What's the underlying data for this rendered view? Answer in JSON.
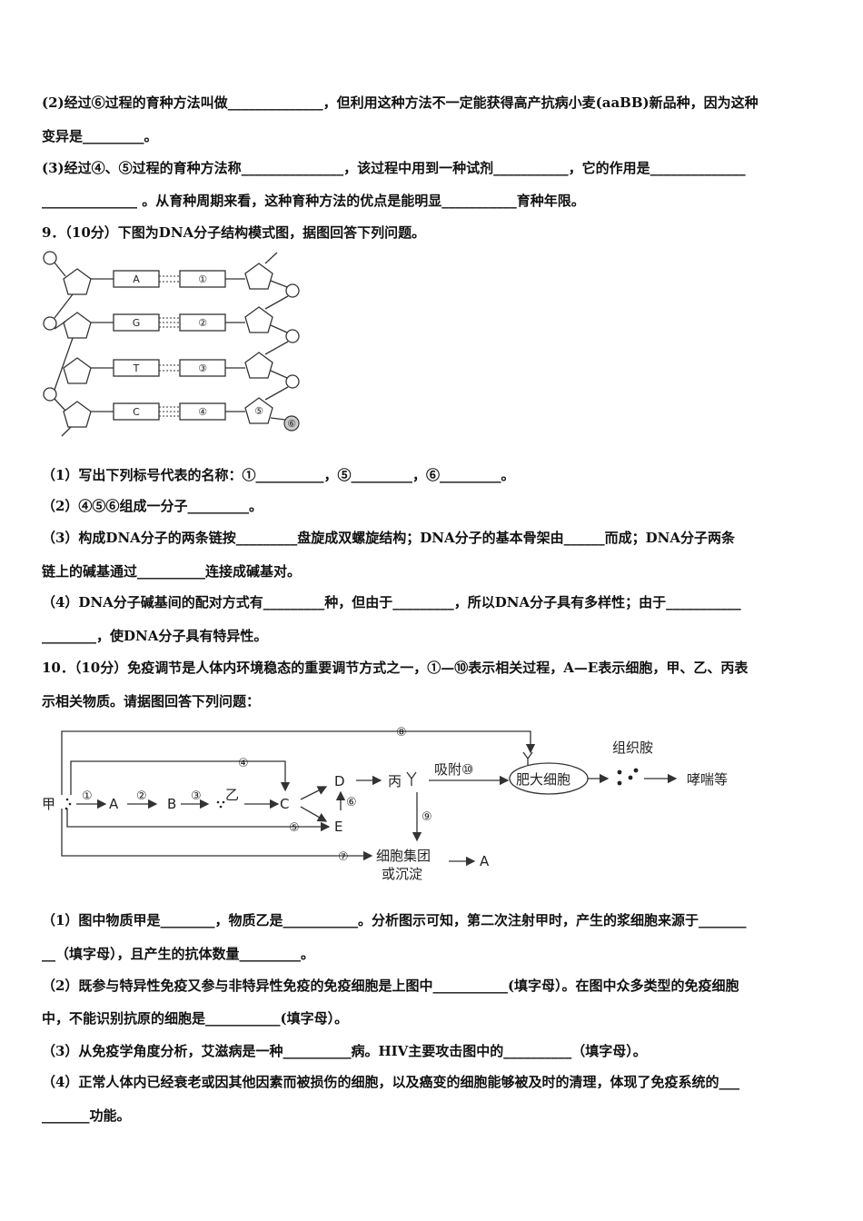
{
  "lines": [
    "(2)经过⑥过程的育种方法叫做______________，但利用这种方法不一定能获得高产抗病小麦(aaBB)新品种，因为这种",
    "变异是_________。",
    "(3)经过④、⑤过程的育种方法称_______________，该过程中用到一种试剂___________，它的作用是______________",
    "______________ 。从育种周期来看，这种育种方法的优点是能明显___________育种年限。",
    "9．（10分）下图为DNA分子结构模式图，据图回答下列问题。",
    "（1）写出下列标号代表的名称：①__________，⑤_________，⑥_________。",
    "（2）④⑤⑥组成一分子_________。",
    "（3）构成DNA分子的两条链按_________盘旋成双螺旋结构；DNA分子的基本骨架由______而成；DNA分子两条",
    "链上的碱基通过__________连接成碱基对。",
    "（4）DNA分子碱基间的配对方式有_________种，但由于_________，所以DNA分子具有多样性；由于___________",
    "________，使DNA分子具有特异性。",
    "10．（10分）免疫调节是人体内环境稳态的重要调节方式之一，①—⑩表示相关过程，A—E表示细胞，甲、乙、丙表",
    "示相关物质。请据图回答下列问题：",
    "（1）图中物质甲是________，物质乙是___________。分析图示可知，第二次注射甲时，产生的浆细胞来源于_______",
    "__（填字母），且产生的抗体数量_________。",
    "（2）既参与特异性免疫又参与非特异性免疫的免疫细胞是上图中___________(填字母）。在图中众多类型的免疫细胞",
    "中，不能识别抗原的细胞是___________(填字母）。",
    "（3）从免疫学角度分析，艾滋病是一种__________病。HIV主要攻击图中的__________（填字母）。",
    "（4）正常人体内已经衰老或因其他因素而被损伤的细胞，以及癌变的细胞能够被及时的清理，体现了免疫系统的___",
    "_______功能。"
  ],
  "dna_diagram": {
    "left_bases": [
      "A",
      "G",
      "T",
      "C"
    ],
    "right_labels": [
      "①",
      "②",
      "③",
      "④"
    ],
    "label5": "⑤",
    "label6": "⑥"
  },
  "immune_diagram": {
    "jia": "甲",
    "A": "A",
    "B": "B",
    "C": "C",
    "D": "D",
    "E": "E",
    "yi": "乙",
    "bing": "丙",
    "p1": "①",
    "p2": "②",
    "p3": "③",
    "p4": "④",
    "p5": "⑤",
    "p6": "⑥",
    "p7": "⑦",
    "p8": "⑧",
    "p9": "⑨",
    "adsorb": "吸附⑩",
    "mast_cell": "肥大细胞",
    "histamine": "组织胺",
    "wheeze": "哮喘等",
    "cluster1": "细胞集团",
    "cluster2": "或沉淀",
    "A2": "A"
  }
}
